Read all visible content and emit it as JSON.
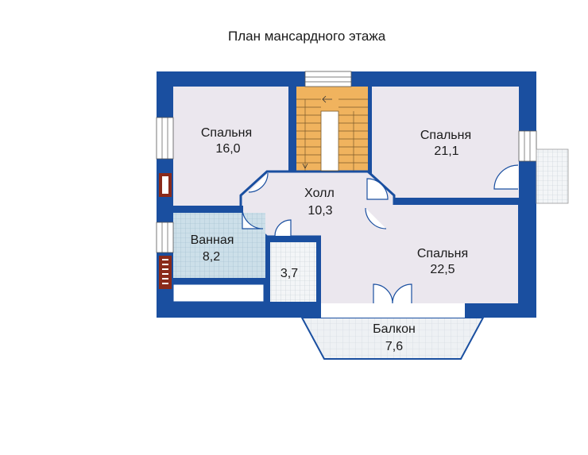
{
  "title": "План мансардного этажа",
  "rooms": {
    "bedroom_left": {
      "name": "Спальня",
      "area": "16,0"
    },
    "bedroom_right_top": {
      "name": "Спальня",
      "area": "21,1"
    },
    "hall": {
      "name": "Холл",
      "area": "10,3"
    },
    "bathroom": {
      "name": "Ванная",
      "area": "8,2"
    },
    "closet": {
      "area": "3,7"
    },
    "bedroom_right_bottom": {
      "name": "Спальня",
      "area": "22,5"
    },
    "balcony": {
      "name": "Балкон",
      "area": "7,6"
    }
  },
  "colors": {
    "wall": "#1a4fa0",
    "room_fill": "#ebe7ee",
    "bath_fill": "#c9dde8",
    "stair_fill": "#f0b35e",
    "balcony_fill": "#e9edf1"
  }
}
